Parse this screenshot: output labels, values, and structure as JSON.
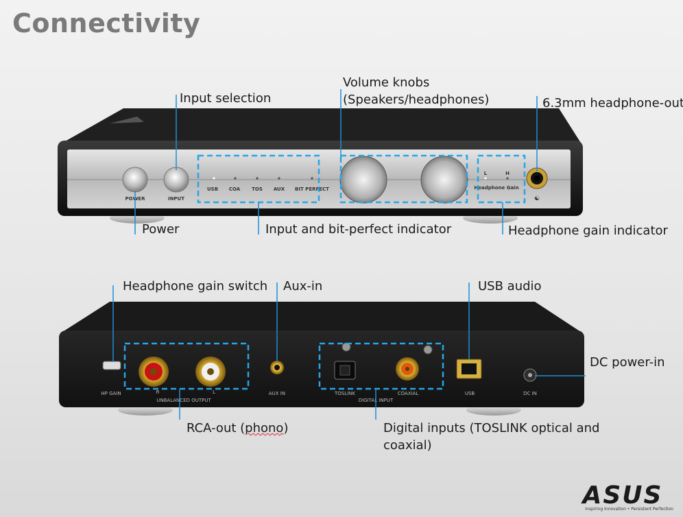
{
  "page": {
    "title": "Connectivity"
  },
  "front": {
    "callouts": {
      "input_selection": "Input selection",
      "volume_knobs_line1": "Volume knobs",
      "volume_knobs_line2": "(Speakers/headphones)",
      "headphone_out": "6.3mm headphone-out",
      "power": "Power",
      "indicator": "Input and bit-perfect indicator",
      "gain_indicator": "Headphone gain indicator"
    },
    "panel_labels": {
      "power": "POWER",
      "input": "INPUT",
      "usb": "USB",
      "coa": "COA",
      "tos": "TOS",
      "aux": "AUX",
      "bit_perfect": "BIT PERFECT",
      "gain_l": "L",
      "gain_h": "H",
      "headphone_gain": "Headphone Gain"
    }
  },
  "back": {
    "callouts": {
      "hp_gain_switch": "Headphone gain switch",
      "aux_in": "Aux-in",
      "usb_audio": "USB audio",
      "dc_power": "DC power-in",
      "rca_out_prefix": "RCA-out (",
      "rca_out_word": "phono",
      "rca_out_suffix": ")",
      "digital_inputs_line1": "Digital inputs (TOSLINK optical and",
      "digital_inputs_line2": "coaxial)"
    },
    "panel_labels": {
      "hp_gain": "HP GAIN",
      "r": "R",
      "l": "L",
      "unbalanced_output": "UNBALANCED OUTPUT",
      "aux_in": "AUX IN",
      "toslink": "TOSLINK",
      "coaxial": "COAXIAL",
      "digital_input": "DIGITAL INPUT",
      "usb": "USB",
      "dc_in": "DC IN"
    }
  },
  "brand": {
    "logo_text": "ASUS",
    "tagline": "Inspiring Innovation • Persistent Perfection"
  },
  "colors": {
    "callout_line": "#1c8fd6",
    "dashed_box": "#27a5e6",
    "title": "#7a7a7a"
  }
}
